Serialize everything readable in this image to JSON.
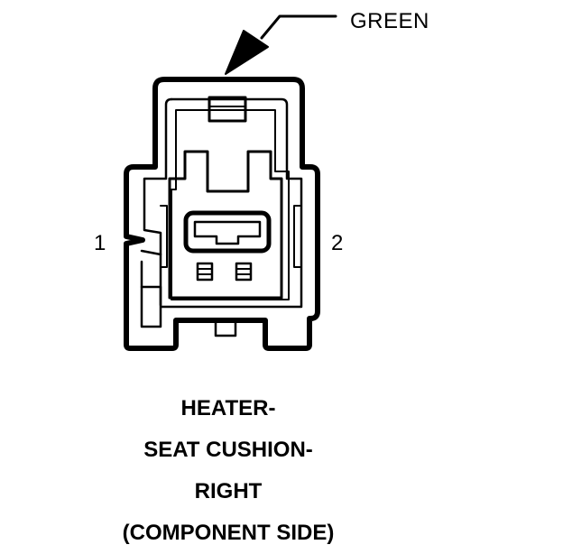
{
  "connector": {
    "wire_color": "GREEN",
    "pins": [
      {
        "label": "1"
      },
      {
        "label": "2"
      }
    ]
  },
  "caption": {
    "lines": [
      "HEATER-",
      "SEAT CUSHION-",
      "RIGHT",
      "(COMPONENT SIDE)"
    ]
  }
}
